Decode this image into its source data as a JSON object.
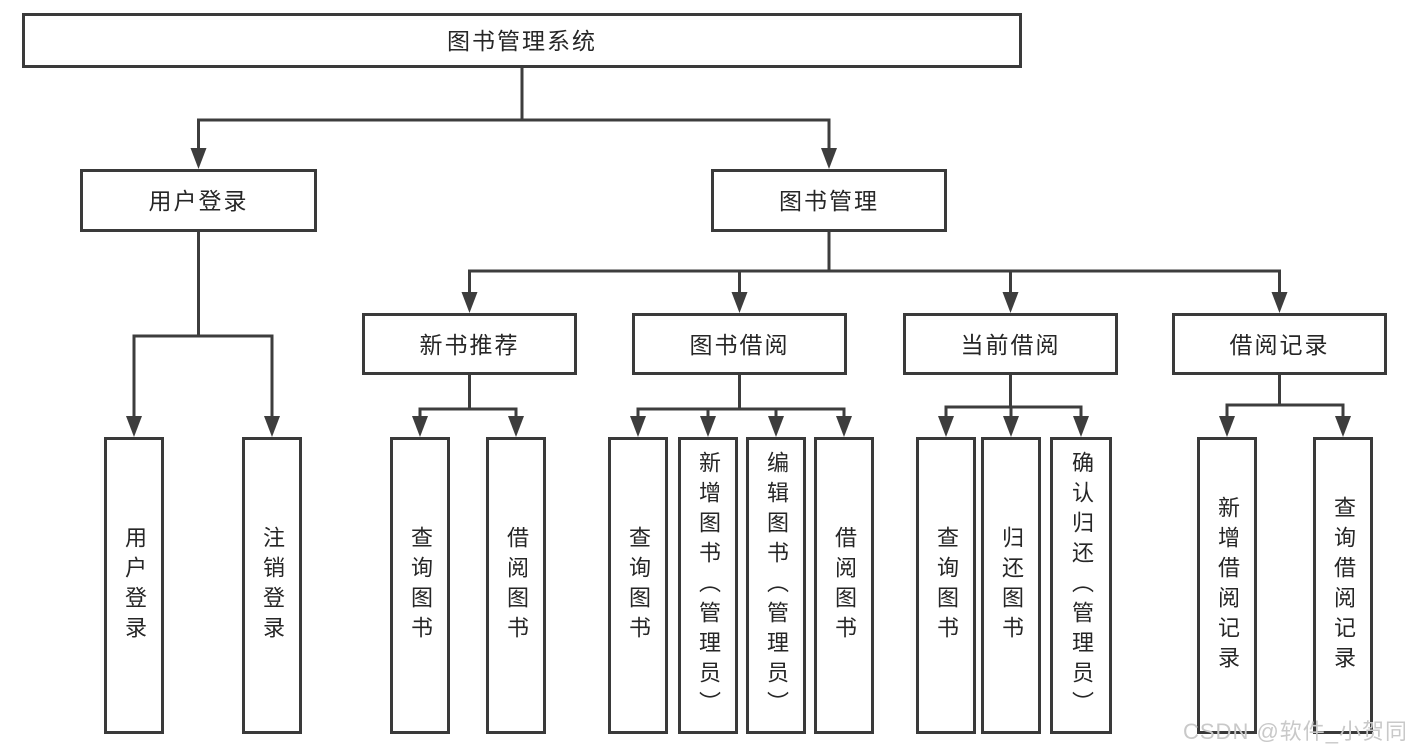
{
  "tree": {
    "root": {
      "label": "图书管理系统"
    },
    "branches": [
      {
        "label": "用户登录",
        "children": [
          {
            "label": "用户登录"
          },
          {
            "label": "注销登录"
          }
        ]
      },
      {
        "label": "图书管理",
        "children": [
          {
            "label": "新书推荐",
            "children": [
              {
                "label": "查询图书"
              },
              {
                "label": "借阅图书"
              }
            ]
          },
          {
            "label": "图书借阅",
            "children": [
              {
                "label": "查询图书"
              },
              {
                "label": "新增图书（管理员）"
              },
              {
                "label": "编辑图书（管理员）"
              },
              {
                "label": "借阅图书"
              }
            ]
          },
          {
            "label": "当前借阅",
            "children": [
              {
                "label": "查询图书"
              },
              {
                "label": "归还图书"
              },
              {
                "label": "确认归还（管理员）"
              }
            ]
          },
          {
            "label": "借阅记录",
            "children": [
              {
                "label": "新增借阅记录"
              },
              {
                "label": "查询借阅记录"
              }
            ]
          }
        ]
      }
    ]
  },
  "watermark": {
    "text": "CSDN @软件_小贺同学"
  },
  "colors": {
    "line": "#3d3d3d",
    "box_border": "#3a3a3a",
    "text": "#262626",
    "watermark": "#c9c9c9",
    "background": "#ffffff"
  }
}
